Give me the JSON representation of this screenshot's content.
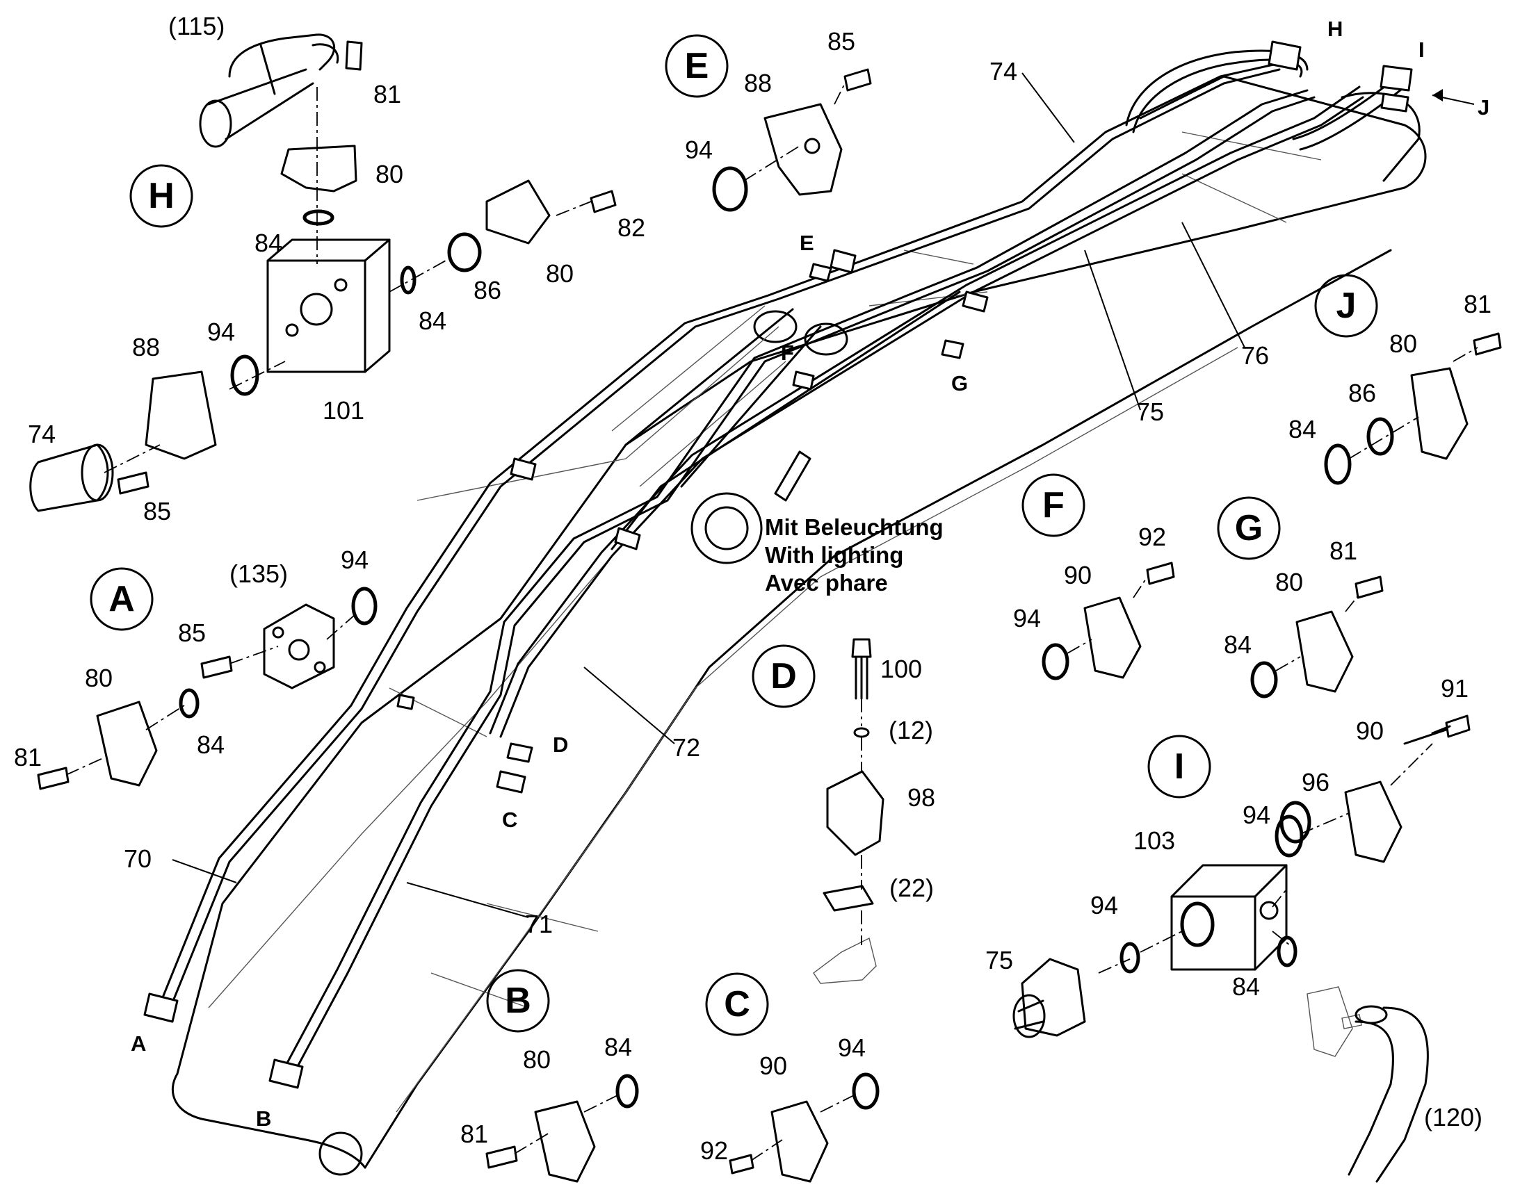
{
  "callout_letters": [
    "A",
    "B",
    "C",
    "D",
    "E",
    "F",
    "G",
    "H",
    "I",
    "J"
  ],
  "detail_circles": {
    "A": {
      "letter": "A",
      "parts": [
        "(135)",
        "94",
        "85",
        "80",
        "84",
        "81"
      ]
    },
    "B": {
      "letter": "B",
      "parts": [
        "80",
        "84",
        "81"
      ]
    },
    "C": {
      "letter": "C",
      "parts": [
        "90",
        "94",
        "92"
      ]
    },
    "D": {
      "letter": "D",
      "parts": [
        "100",
        "(12)",
        "98",
        "(22)"
      ]
    },
    "E": {
      "letter": "E",
      "parts": [
        "85",
        "88",
        "94"
      ]
    },
    "F": {
      "letter": "F",
      "parts": [
        "92",
        "90",
        "94"
      ]
    },
    "G": {
      "letter": "G",
      "parts": [
        "81",
        "80",
        "84"
      ]
    },
    "H": {
      "letter": "H",
      "parts": [
        "(115)",
        "81",
        "80",
        "84",
        "82",
        "80",
        "86",
        "84",
        "88",
        "94",
        "101",
        "74",
        "85"
      ]
    },
    "I": {
      "letter": "I",
      "parts": [
        "91",
        "90",
        "96",
        "94",
        "103",
        "94",
        "75",
        "84",
        "(120)"
      ]
    },
    "J": {
      "letter": "J",
      "parts": [
        "81",
        "80",
        "86",
        "84"
      ]
    }
  },
  "main_view": {
    "pipe_labels": [
      "74",
      "75",
      "76",
      "72",
      "70",
      "71"
    ],
    "connection_letters": [
      "A",
      "B",
      "C",
      "D",
      "E",
      "F",
      "G",
      "H",
      "I",
      "J"
    ]
  },
  "note_lines": [
    "Mit Beleuchtung",
    "With lighting",
    "Avec phare"
  ]
}
